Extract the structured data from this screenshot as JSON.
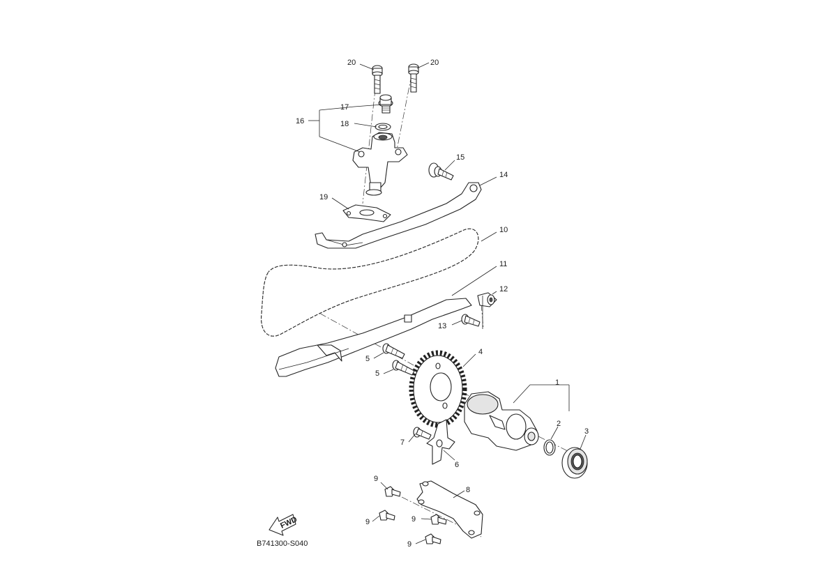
{
  "diagram": {
    "code": "B741300-S040",
    "fwd_label": "FWD",
    "callouts": {
      "c1": "1",
      "c2": "2",
      "c3": "3",
      "c4": "4",
      "c5a": "5",
      "c5b": "5",
      "c6": "6",
      "c7": "7",
      "c8": "8",
      "c9a": "9",
      "c9b": "9",
      "c9c": "9",
      "c9d": "9",
      "c10": "10",
      "c11": "11",
      "c12": "12",
      "c13": "13",
      "c14": "14",
      "c15": "15",
      "c16": "16",
      "c17": "17",
      "c18": "18",
      "c19": "19",
      "c20a": "20",
      "c20b": "20"
    }
  }
}
